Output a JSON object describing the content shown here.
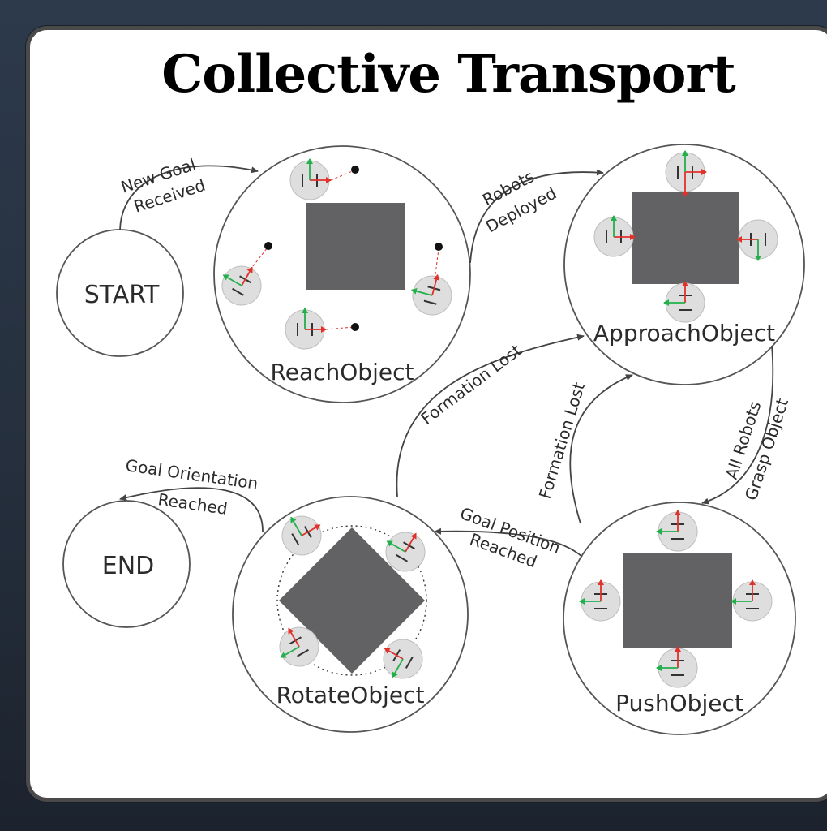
{
  "title": "Collective Transport",
  "states": {
    "start": "START",
    "end": "END",
    "reach_object": "ReachObject",
    "approach_object": "ApproachObject",
    "push_object": "PushObject",
    "rotate_object": "RotateObject"
  },
  "transitions": {
    "new_goal_line1": "New Goal",
    "new_goal_line2": "Received",
    "robots_deployed_line1": "Robots",
    "robots_deployed_line2": "Deployed",
    "formation_lost_rotate": "Formation Lost",
    "formation_lost_push": "Formation Lost",
    "grasp_line1": "All Robots",
    "grasp_line2": "Grasp Object",
    "goal_position_line1": "Goal Position",
    "goal_position_line2": "Reached",
    "goal_orientation_line1": "Goal Orientation",
    "goal_orientation_line2": "Reached"
  },
  "colors": {
    "object": "#626264",
    "axis_red": "#e0312b",
    "axis_green": "#22b04b",
    "robot_body": "#dedede"
  }
}
